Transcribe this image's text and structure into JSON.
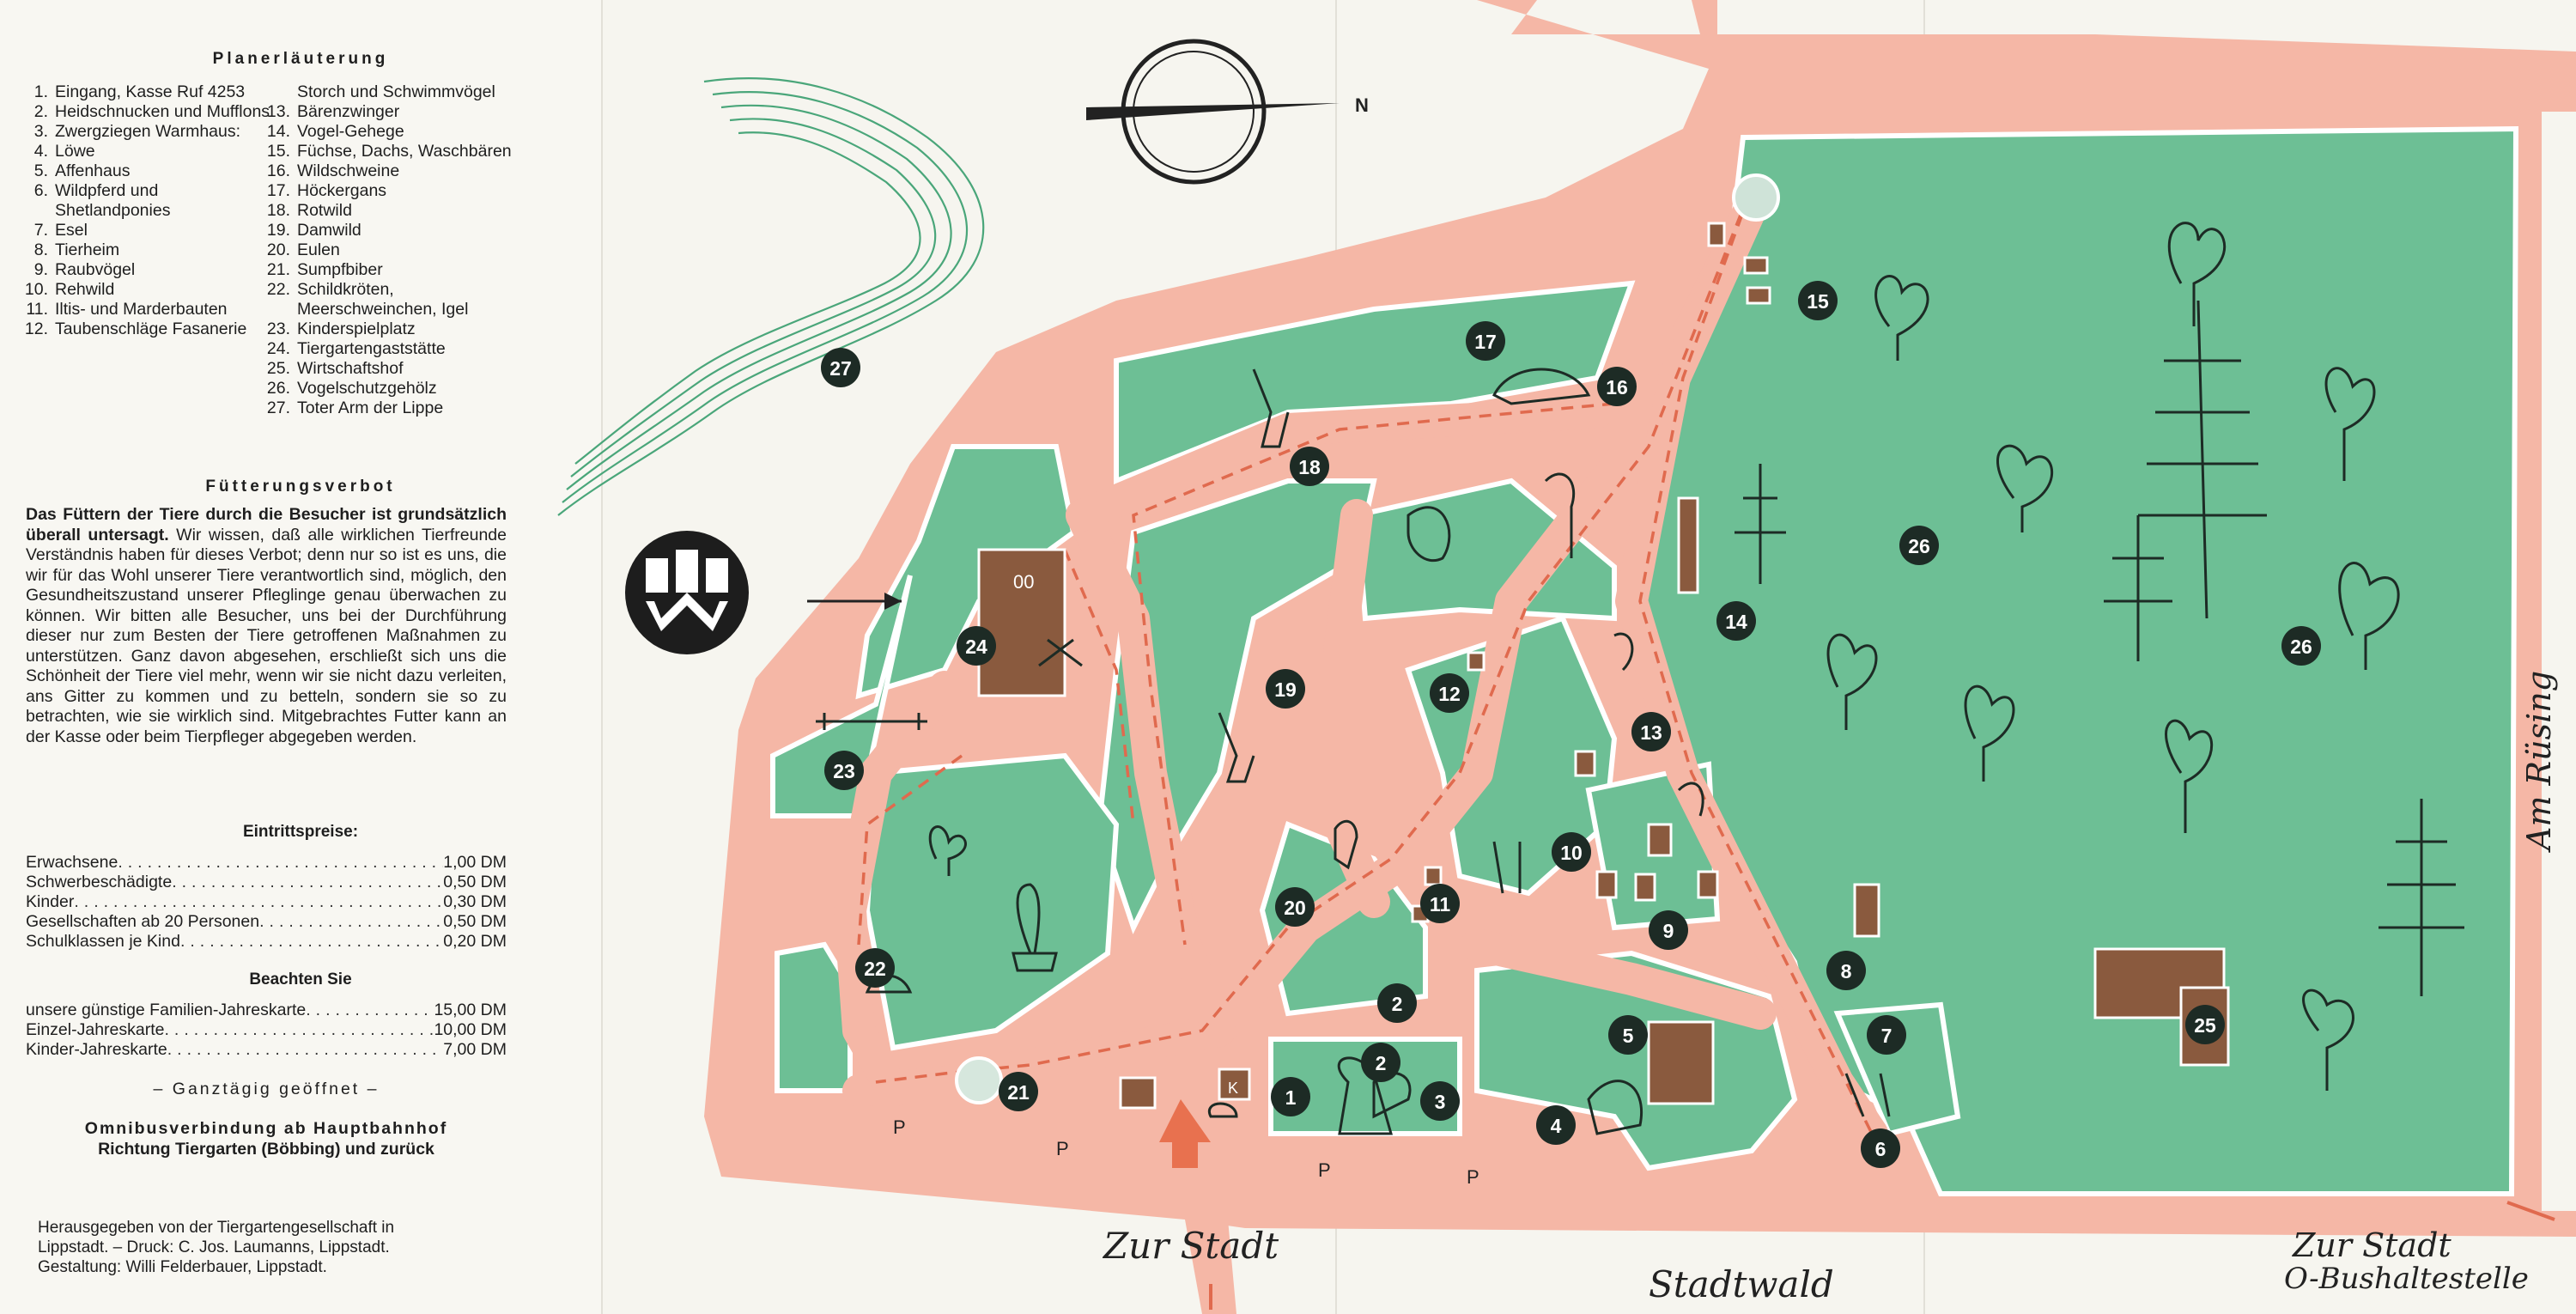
{
  "legend": {
    "title": "Planerläuterung",
    "col1": [
      {
        "n": "1.",
        "t": "Eingang, Kasse Ruf 4253"
      },
      {
        "n": "2.",
        "t": "Heidschnucken und Mufflons"
      },
      {
        "n": "3.",
        "t": "Zwergziegen Warmhaus:"
      },
      {
        "n": "4.",
        "t": "Löwe"
      },
      {
        "n": "5.",
        "t": "Affenhaus"
      },
      {
        "n": "6.",
        "t": "Wildpferd und Shetlandponies"
      },
      {
        "n": "7.",
        "t": "Esel"
      },
      {
        "n": "8.",
        "t": "Tierheim"
      },
      {
        "n": "9.",
        "t": "Raubvögel"
      },
      {
        "n": "10.",
        "t": "Rehwild"
      },
      {
        "n": "11.",
        "t": "Iltis- und Marderbauten"
      },
      {
        "n": "12.",
        "t": "Taubenschläge Fasanerie"
      }
    ],
    "col2": [
      {
        "n": "",
        "t": "Storch und Schwimmvögel"
      },
      {
        "n": "13.",
        "t": "Bärenzwinger"
      },
      {
        "n": "14.",
        "t": "Vogel-Gehege"
      },
      {
        "n": "15.",
        "t": "Füchse, Dachs, Waschbären"
      },
      {
        "n": "16.",
        "t": "Wildschweine"
      },
      {
        "n": "17.",
        "t": "Höckergans"
      },
      {
        "n": "18.",
        "t": "Rotwild"
      },
      {
        "n": "19.",
        "t": "Damwild"
      },
      {
        "n": "20.",
        "t": "Eulen"
      },
      {
        "n": "21.",
        "t": "Sumpfbiber"
      },
      {
        "n": "22.",
        "t": "Schildkröten, Meerschweinchen, Igel"
      },
      {
        "n": "23.",
        "t": "Kinderspielplatz"
      },
      {
        "n": "24.",
        "t": "Tiergartengaststätte"
      },
      {
        "n": "25.",
        "t": "Wirtschaftshof"
      },
      {
        "n": "26.",
        "t": "Vogelschutzgehölz"
      },
      {
        "n": "27.",
        "t": "Toter Arm der Lippe"
      }
    ]
  },
  "feeding": {
    "title": "Fütterungsverbot",
    "lead": "Das Füttern der Tiere durch die Besucher ist grundsätzlich überall untersagt.",
    "body": "Wir wissen, daß alle wirklichen Tierfreunde Verständnis haben für dieses Verbot; denn nur so ist es uns, die wir für das Wohl unserer Tiere verantwortlich sind, möglich, den Gesundheitszustand unserer Pfleglinge genau überwachen zu können. Wir bitten alle Besucher, uns bei der Durchführung dieser nur zum Besten der Tiere getroffenen Maßnahmen zu unterstützen. Ganz davon abgesehen, erschließt sich uns die Schönheit der Tiere viel mehr, wenn wir sie nicht dazu verleiten, ans Gitter zu kommen und zu betteln, sondern sie so zu betrachten, wie sie wirklich sind. Mitgebrachtes Futter kann an der Kasse oder beim Tierpfleger abgegeben werden."
  },
  "prices": {
    "title": "Eintrittspreise:",
    "rows": [
      {
        "label": "Erwachsene",
        "value": "1,00 DM"
      },
      {
        "label": "Schwerbeschädigte",
        "value": "0,50 DM"
      },
      {
        "label": "Kinder",
        "value": "0,30 DM"
      },
      {
        "label": "Gesellschaften ab 20 Personen",
        "value": "0,50 DM"
      },
      {
        "label": "Schulklassen je Kind",
        "value": "0,20 DM"
      }
    ]
  },
  "notes": {
    "title": "Beachten Sie",
    "rows": [
      {
        "label": "unsere günstige Familien-Jahreskarte",
        "value": "15,00 DM"
      },
      {
        "label": "Einzel-Jahreskarte",
        "value": "10,00 DM"
      },
      {
        "label": "Kinder-Jahreskarte",
        "value": "7,00 DM"
      }
    ]
  },
  "open": "– Ganztägig geöffnet –",
  "bus": {
    "line1": "Omnibusverbindung ab Hauptbahnhof",
    "line2": "Richtung Tiergarten (Böbbing) und zurück"
  },
  "imprint": {
    "line1": "Herausgegeben von der Tiergartengesellschaft in",
    "line2": "Lippstadt. – Druck: C. Jos. Laumanns, Lippstadt.",
    "line3": "Gestaltung: Willi Felderbauer, Lippstadt."
  },
  "map": {
    "compass_label": "N",
    "street_left": "Zur Stadt",
    "street_bottom": "Stadtwald",
    "street_right_1": "Zur Stadt",
    "street_right_2": "O-Bushaltestelle",
    "street_side": "Am Rüsing",
    "parking": "P",
    "building_label": "00",
    "phone_label": "K",
    "colors": {
      "meadow": "#6dbf95",
      "path": "#f5b7a6",
      "route": "#e06a4e",
      "marker": "#1d2b25",
      "building": "#8a5a3e",
      "water": "#4aa67a"
    },
    "markers": [
      "1",
      "2",
      "2",
      "3",
      "4",
      "5",
      "6",
      "7",
      "8",
      "9",
      "10",
      "11",
      "12",
      "13",
      "14",
      "15",
      "16",
      "17",
      "18",
      "19",
      "20",
      "21",
      "22",
      "23",
      "24",
      "25",
      "26",
      "26",
      "27"
    ]
  }
}
